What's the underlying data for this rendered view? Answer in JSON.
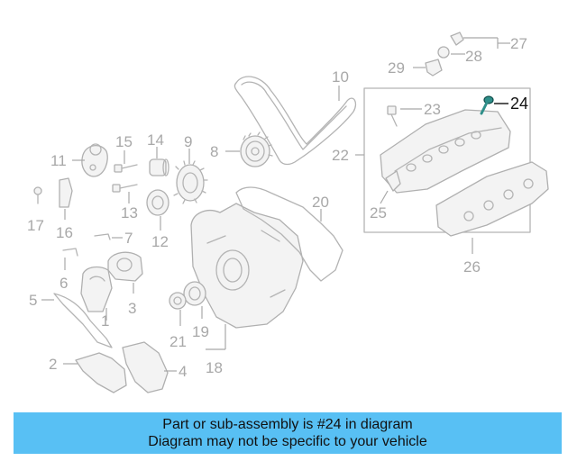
{
  "banner": {
    "line1": "Part or sub-assembly is #24 in diagram",
    "line2": "Diagram may not be specific to your vehicle"
  },
  "highlight_callout": "24",
  "callouts": {
    "c1": "1",
    "c2": "2",
    "c3": "3",
    "c4": "4",
    "c5": "5",
    "c6": "6",
    "c7": "7",
    "c8": "8",
    "c9": "9",
    "c10": "10",
    "c11": "11",
    "c12": "12",
    "c13": "13",
    "c14": "14",
    "c15": "15",
    "c16": "16",
    "c17": "17",
    "c18": "18",
    "c19": "19",
    "c20": "20",
    "c21": "21",
    "c22": "22",
    "c23": "23",
    "c24": "24",
    "c25": "25",
    "c26": "26",
    "c27": "27",
    "c28": "28",
    "c29": "29"
  },
  "colors": {
    "banner_bg": "#58c0f4",
    "highlight_part": "#2f8f8a",
    "callout_text": "#a8a8a8",
    "callout_highlight": "#111111"
  }
}
